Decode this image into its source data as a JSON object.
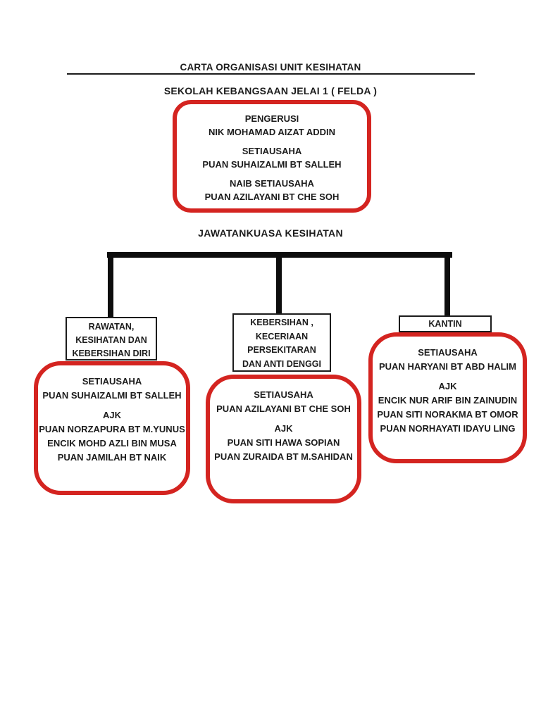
{
  "page": {
    "title": "CARTA ORGANISASI UNIT KESIHATAN",
    "subtitle": "SEKOLAH KEBANGSAAN JELAI 1 ( FELDA )",
    "committee_heading": "JAWATANKUASA KESIHATAN"
  },
  "colors": {
    "accent_red": "#d42420",
    "line_black": "#0d0d0d"
  },
  "top_box": {
    "roles": [
      {
        "title": "PENGERUSI",
        "names": [
          "NIK MOHAMAD AIZAT ADDIN"
        ]
      },
      {
        "title": "SETIAUSAHA",
        "names": [
          "PUAN SUHAIZALMI BT SALLEH"
        ]
      },
      {
        "title": "NAIB SETIAUSAHA",
        "names": [
          "PUAN AZILAYANI BT CHE SOH"
        ]
      }
    ]
  },
  "branches": [
    {
      "label_lines": [
        "RAWATAN,",
        "KESIHATAN DAN",
        "KEBERSIHAN DIRI"
      ],
      "roles": [
        {
          "title": "SETIAUSAHA",
          "names": [
            "PUAN SUHAIZALMI BT SALLEH"
          ]
        },
        {
          "title": "AJK",
          "names": [
            "PUAN NORZAPURA BT M.YUNUS",
            "ENCIK MOHD AZLI BIN MUSA",
            "PUAN JAMILAH BT NAIK"
          ]
        }
      ]
    },
    {
      "label_lines": [
        "KEBERSIHAN ,",
        "KECERIAAN",
        "PERSEKITARAN",
        "DAN ANTI DENGGI"
      ],
      "roles": [
        {
          "title": "SETIAUSAHA",
          "names": [
            "PUAN AZILAYANI BT CHE SOH"
          ]
        },
        {
          "title": "AJK",
          "names": [
            "PUAN SITI HAWA SOPIAN",
            "PUAN ZURAIDA BT M.SAHIDAN"
          ]
        }
      ]
    },
    {
      "label_lines": [
        "KANTIN"
      ],
      "roles": [
        {
          "title": "SETIAUSAHA",
          "names": [
            "PUAN HARYANI BT ABD HALIM"
          ]
        },
        {
          "title": "AJK",
          "names": [
            "ENCIK NUR ARIF BIN ZAINUDIN",
            "PUAN SITI NORAKMA BT OMOR",
            "PUAN NORHAYATI IDAYU LING"
          ]
        }
      ]
    }
  ]
}
